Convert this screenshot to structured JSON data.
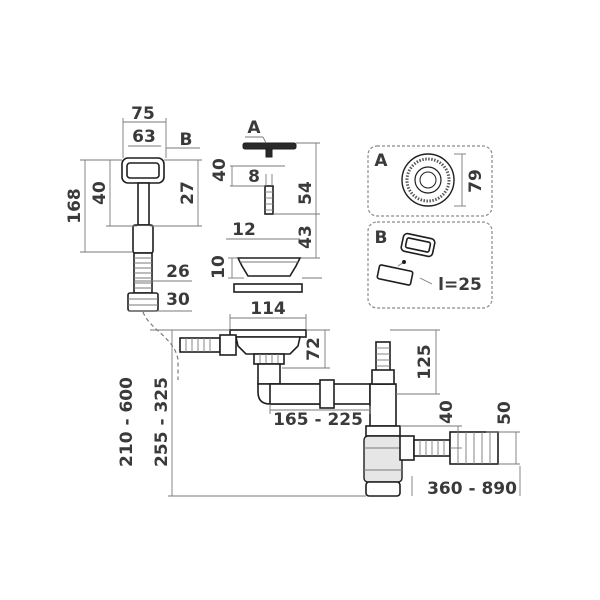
{
  "dimensions": {
    "d75": "75",
    "d63": "63",
    "d168": "168",
    "d40_left": "40",
    "d27": "27",
    "d26": "26",
    "d30": "30",
    "d40_mid": "40",
    "d8": "8",
    "d54": "54",
    "d12": "12",
    "d43": "43",
    "d10": "10",
    "d114": "114",
    "d72": "72",
    "d125": "125",
    "d165_225": "165 - 225",
    "d40_right": "40",
    "d50": "50",
    "d210_600": "210 - 600",
    "d255_325": "255 - 325",
    "d360_890": "360 - 890",
    "d79": "79",
    "l25": "l=25"
  },
  "labels": {
    "callout_a": "A",
    "callout_b": "B",
    "detail_a": "A",
    "detail_b": "B"
  },
  "colors": {
    "line": "#7a7a7a",
    "part": "#1e1e1e",
    "text": "#3a3a3a",
    "panel_border": "#8a8a8a"
  }
}
